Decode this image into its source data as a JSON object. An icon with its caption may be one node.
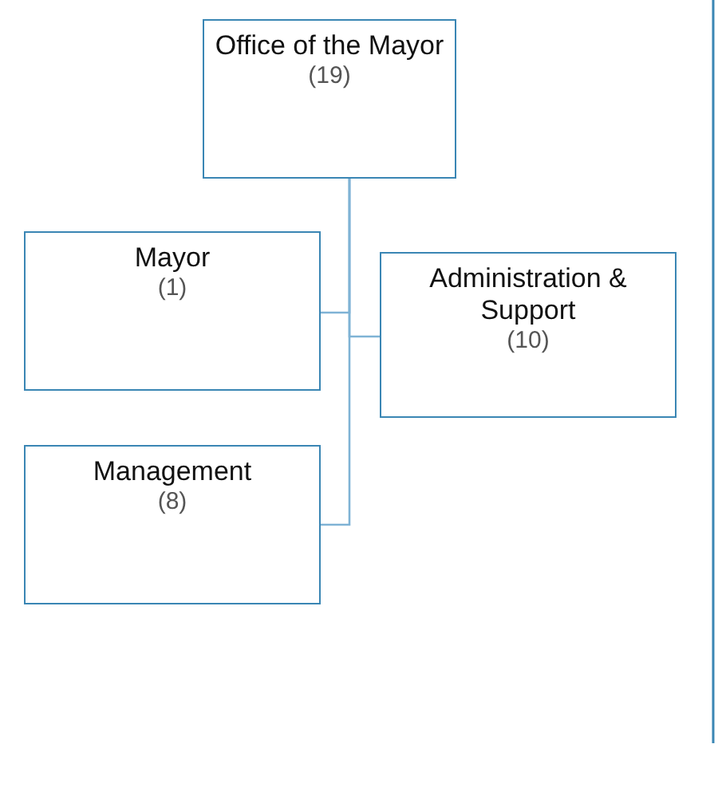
{
  "diagram": {
    "nodes": [
      {
        "text": [
          "Office of the Mayor",
          "(19)"
        ]
      },
      {
        "text": [
          "Mayor",
          "(1)"
        ]
      },
      {
        "text": [
          "Administration & Support",
          "(10)"
        ]
      },
      {
        "text": [
          "Management",
          "(8)"
        ]
      }
    ],
    "edges": [
      {
        "from": 0,
        "to": 1,
        "arrow": "none"
      },
      {
        "from": 0,
        "to": 2,
        "arrow": "none"
      },
      {
        "from": 0,
        "to": 3,
        "arrow": "none"
      }
    ]
  }
}
